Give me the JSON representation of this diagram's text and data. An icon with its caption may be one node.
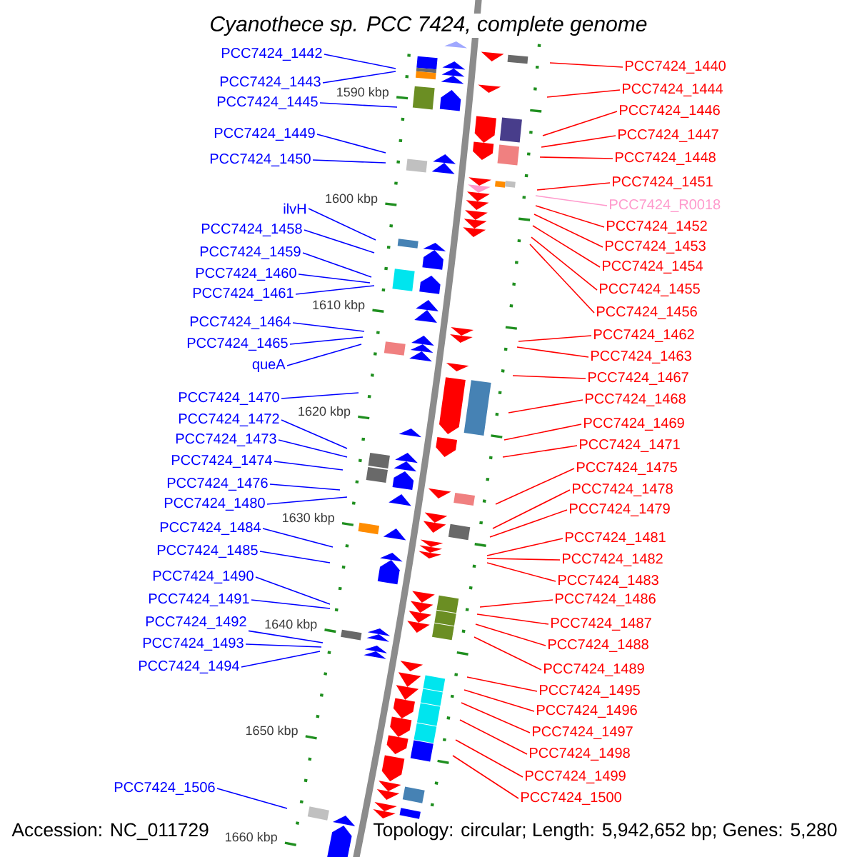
{
  "diagram": {
    "title": "Cyanothece sp. PCC 7424, complete genome",
    "nodes": [
      {
        "text": [
          "PCC7424_1442"
        ]
      },
      {
        "text": [
          "PCC7424_1443"
        ]
      },
      {
        "text": [
          "PCC7424_1445"
        ]
      },
      {
        "text": [
          "PCC7424_1449"
        ]
      },
      {
        "text": [
          "PCC7424_1450"
        ]
      },
      {
        "text": [
          "ilvH"
        ]
      },
      {
        "text": [
          "PCC7424_1458"
        ]
      },
      {
        "text": [
          "PCC7424_1459"
        ]
      },
      {
        "text": [
          "PCC7424_1460"
        ]
      },
      {
        "text": [
          "PCC7424_1461"
        ]
      },
      {
        "text": [
          "PCC7424_1464"
        ]
      },
      {
        "text": [
          "PCC7424_1465"
        ]
      },
      {
        "text": [
          "queA"
        ]
      },
      {
        "text": [
          "PCC7424_1470"
        ]
      },
      {
        "text": [
          "PCC7424_1472"
        ]
      },
      {
        "text": [
          "PCC7424_1473"
        ]
      },
      {
        "text": [
          "PCC7424_1474"
        ]
      },
      {
        "text": [
          "PCC7424_1476"
        ]
      },
      {
        "text": [
          "PCC7424_1480"
        ]
      },
      {
        "text": [
          "PCC7424_1484"
        ]
      },
      {
        "text": [
          "PCC7424_1485"
        ]
      },
      {
        "text": [
          "PCC7424_1490"
        ]
      },
      {
        "text": [
          "PCC7424_1491"
        ]
      },
      {
        "text": [
          "PCC7424_1492"
        ]
      },
      {
        "text": [
          "PCC7424_1493"
        ]
      },
      {
        "text": [
          "PCC7424_1494"
        ]
      },
      {
        "text": [
          "PCC7424_1506"
        ]
      },
      {
        "text": [
          "PCC7424_1440"
        ]
      },
      {
        "text": [
          "PCC7424_1444"
        ]
      },
      {
        "text": [
          "PCC7424_1446"
        ]
      },
      {
        "text": [
          "PCC7424_1447"
        ]
      },
      {
        "text": [
          "PCC7424_1448"
        ]
      },
      {
        "text": [
          "PCC7424_1451"
        ]
      },
      {
        "text": [
          "PCC7424_R0018"
        ]
      },
      {
        "text": [
          "PCC7424_1452"
        ]
      },
      {
        "text": [
          "PCC7424_1453"
        ]
      },
      {
        "text": [
          "PCC7424_1454"
        ]
      },
      {
        "text": [
          "PCC7424_1455"
        ]
      },
      {
        "text": [
          "PCC7424_1456"
        ]
      },
      {
        "text": [
          "PCC7424_1462"
        ]
      },
      {
        "text": [
          "PCC7424_1463"
        ]
      },
      {
        "text": [
          "PCC7424_1467"
        ]
      },
      {
        "text": [
          "PCC7424_1468"
        ]
      },
      {
        "text": [
          "PCC7424_1469"
        ]
      },
      {
        "text": [
          "PCC7424_1471"
        ]
      },
      {
        "text": [
          "PCC7424_1475"
        ]
      },
      {
        "text": [
          "PCC7424_1478"
        ]
      },
      {
        "text": [
          "PCC7424_1479"
        ]
      },
      {
        "text": [
          "PCC7424_1481"
        ]
      },
      {
        "text": [
          "PCC7424_1482"
        ]
      },
      {
        "text": [
          "PCC7424_1483"
        ]
      },
      {
        "text": [
          "PCC7424_1486"
        ]
      },
      {
        "text": [
          "PCC7424_1487"
        ]
      },
      {
        "text": [
          "PCC7424_1488"
        ]
      },
      {
        "text": [
          "PCC7424_1489"
        ]
      },
      {
        "text": [
          "PCC7424_1495"
        ]
      },
      {
        "text": [
          "PCC7424_1496"
        ]
      },
      {
        "text": [
          "PCC7424_1497"
        ]
      },
      {
        "text": [
          "PCC7424_1498"
        ]
      },
      {
        "text": [
          "PCC7424_1499"
        ]
      },
      {
        "text": [
          "PCC7424_1500"
        ]
      }
    ],
    "edges": [
      {
        "from": 0,
        "to": null,
        "arrow": "none",
        "color": "#0000ff"
      },
      {
        "from": 1,
        "to": null,
        "arrow": "none",
        "color": "#0000ff"
      },
      {
        "from": 2,
        "to": null,
        "arrow": "none",
        "color": "#0000ff"
      },
      {
        "from": 3,
        "to": null,
        "arrow": "none",
        "color": "#0000ff"
      },
      {
        "from": 4,
        "to": null,
        "arrow": "none",
        "color": "#0000ff"
      },
      {
        "from": 5,
        "to": null,
        "arrow": "none",
        "color": "#0000ff"
      },
      {
        "from": 6,
        "to": null,
        "arrow": "none",
        "color": "#0000ff"
      },
      {
        "from": 7,
        "to": null,
        "arrow": "none",
        "color": "#0000ff"
      },
      {
        "from": 8,
        "to": null,
        "arrow": "none",
        "color": "#0000ff"
      },
      {
        "from": 9,
        "to": null,
        "arrow": "none",
        "color": "#0000ff"
      },
      {
        "from": 10,
        "to": null,
        "arrow": "none",
        "color": "#0000ff"
      },
      {
        "from": 11,
        "to": null,
        "arrow": "none",
        "color": "#0000ff"
      },
      {
        "from": 12,
        "to": null,
        "arrow": "none",
        "color": "#0000ff"
      },
      {
        "from": 13,
        "to": null,
        "arrow": "none",
        "color": "#0000ff"
      },
      {
        "from": 14,
        "to": null,
        "arrow": "none",
        "color": "#0000ff"
      },
      {
        "from": 15,
        "to": null,
        "arrow": "none",
        "color": "#0000ff"
      },
      {
        "from": 16,
        "to": null,
        "arrow": "none",
        "color": "#0000ff"
      },
      {
        "from": 17,
        "to": null,
        "arrow": "none",
        "color": "#0000ff"
      },
      {
        "from": 18,
        "to": null,
        "arrow": "none",
        "color": "#0000ff"
      },
      {
        "from": 19,
        "to": null,
        "arrow": "none",
        "color": "#0000ff"
      },
      {
        "from": 20,
        "to": null,
        "arrow": "none",
        "color": "#0000ff"
      },
      {
        "from": 21,
        "to": null,
        "arrow": "none",
        "color": "#0000ff"
      },
      {
        "from": 22,
        "to": null,
        "arrow": "none",
        "color": "#0000ff"
      },
      {
        "from": 23,
        "to": null,
        "arrow": "none",
        "color": "#0000ff"
      },
      {
        "from": 24,
        "to": null,
        "arrow": "none",
        "color": "#0000ff"
      },
      {
        "from": 25,
        "to": null,
        "arrow": "none",
        "color": "#0000ff"
      },
      {
        "from": 26,
        "to": null,
        "arrow": "none",
        "color": "#0000ff"
      },
      {
        "from": 27,
        "to": null,
        "arrow": "none"
      },
      {
        "from": 28,
        "to": null,
        "arrow": "none"
      },
      {
        "from": 29,
        "to": null,
        "arrow": "none"
      },
      {
        "from": 30,
        "to": null,
        "arrow": "none"
      },
      {
        "from": 31,
        "to": null,
        "arrow": "none"
      },
      {
        "from": 32,
        "to": null,
        "arrow": "none"
      },
      {
        "from": 33,
        "to": null,
        "arrow": "none",
        "color": "#ff99cc"
      },
      {
        "from": 34,
        "to": null,
        "arrow": "none"
      },
      {
        "from": 35,
        "to": null,
        "arrow": "none"
      },
      {
        "from": 36,
        "to": null,
        "arrow": "none"
      },
      {
        "from": 37,
        "to": null,
        "arrow": "none"
      },
      {
        "from": 38,
        "to": null,
        "arrow": "none"
      },
      {
        "from": 39,
        "to": null,
        "arrow": "none"
      },
      {
        "from": 40,
        "to": null,
        "arrow": "none"
      },
      {
        "from": 41,
        "to": null,
        "arrow": "none"
      },
      {
        "from": 42,
        "to": null,
        "arrow": "none"
      },
      {
        "from": 43,
        "to": null,
        "arrow": "none"
      },
      {
        "from": 44,
        "to": null,
        "arrow": "none"
      },
      {
        "from": 45,
        "to": null,
        "arrow": "none"
      },
      {
        "from": 46,
        "to": null,
        "arrow": "none"
      },
      {
        "from": 47,
        "to": null,
        "arrow": "none"
      },
      {
        "from": 48,
        "to": null,
        "arrow": "none"
      },
      {
        "from": 49,
        "to": null,
        "arrow": "none"
      },
      {
        "from": 50,
        "to": null,
        "arrow": "none"
      },
      {
        "from": 51,
        "to": null,
        "arrow": "none"
      },
      {
        "from": 52,
        "to": null,
        "arrow": "none"
      },
      {
        "from": 53,
        "to": null,
        "arrow": "none"
      },
      {
        "from": 54,
        "to": null,
        "arrow": "none"
      },
      {
        "from": 55,
        "to": null,
        "arrow": "none"
      },
      {
        "from": 56,
        "to": null,
        "arrow": "none"
      },
      {
        "from": 57,
        "to": null,
        "arrow": "none"
      },
      {
        "from": 58,
        "to": null,
        "arrow": "none"
      },
      {
        "from": 59,
        "to": null,
        "arrow": "none"
      },
      {
        "from": 60,
        "to": null,
        "arrow": "none"
      }
    ],
    "labels": [
      "1590 kbp",
      "1600 kbp",
      "1610 kbp",
      "1620 kbp",
      "1630 kbp",
      "1640 kbp",
      "1650 kbp",
      "1660 kbp",
      "Accession: NC_011729",
      "Topology: circular; Length: 5,942,652 bp; Genes: 5,280"
    ]
  }
}
